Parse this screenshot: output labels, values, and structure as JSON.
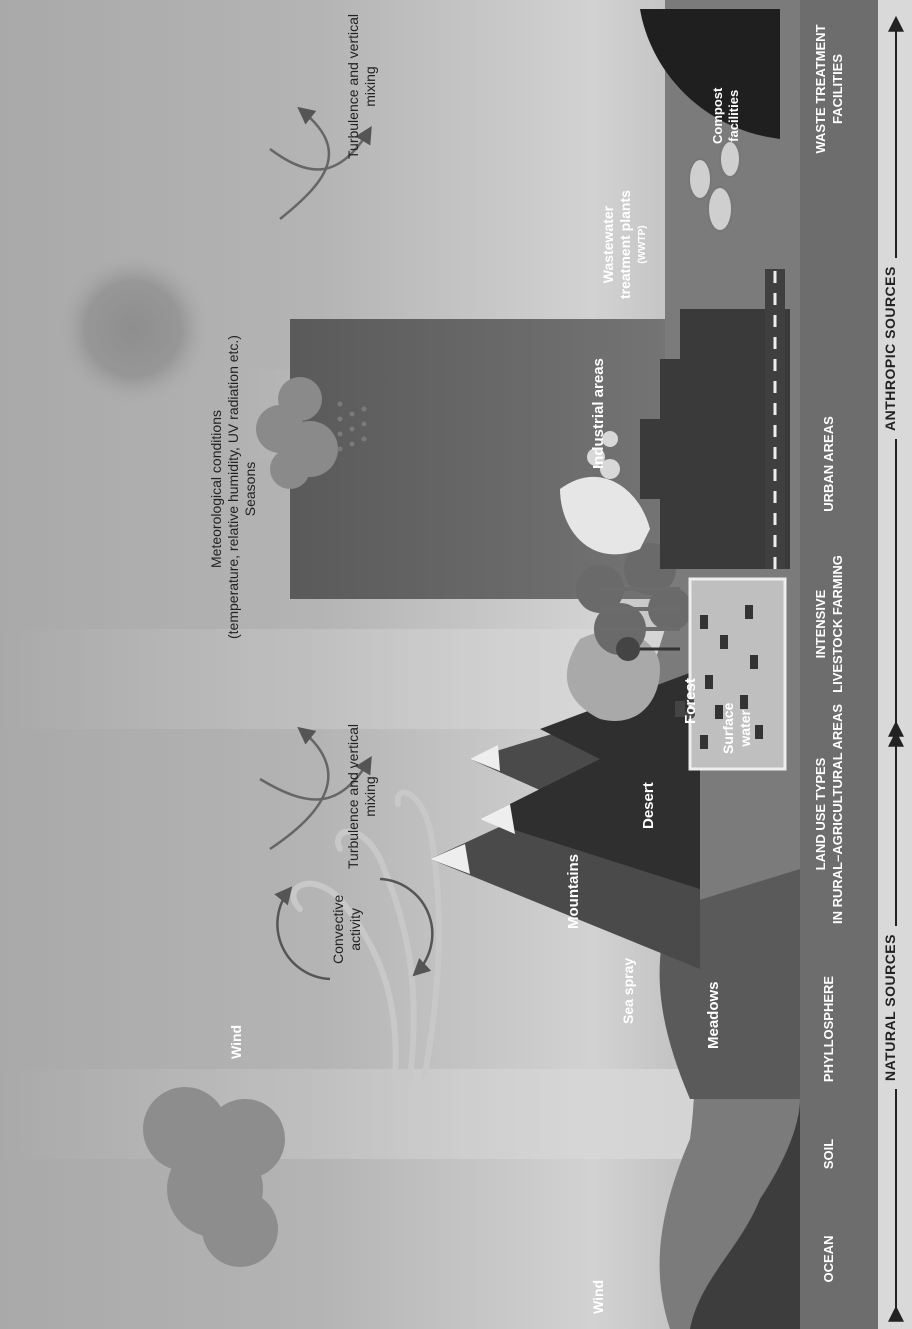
{
  "atmosphere": {
    "meteo_line1": "Meteorological conditions",
    "meteo_line2": "(temperature, relative humidity, UV radiation etc.)",
    "meteo_line3": "Seasons",
    "turbulence_left": "Turbulence and vertical\nmixing",
    "turbulence_right": "Turbulence and vertical\nmixing",
    "convective": "Convective\nactivity",
    "wind_upper": "Wind",
    "wind_lower": "Wind",
    "sea_spray": "Sea spray"
  },
  "landscape": {
    "meadows": "Meadows",
    "mountains": "Mountains",
    "desert": "Desert",
    "forest": "Forest",
    "surface_water": "Surface\nwater",
    "industrial": "Industrial areas",
    "wwtp": "Wastewater\ntreatment plants",
    "wwtp_abbr": "(WWTP)",
    "compost": "Compost\nfacilities"
  },
  "categories": [
    {
      "label": "OCEAN"
    },
    {
      "label": "SOIL"
    },
    {
      "label": "PHYLLOSPHERE"
    },
    {
      "label": "LAND USE TYPES\nIN RURAL–AGRICULTURAL AREAS"
    },
    {
      "label": "INTENSIVE\nLIVESTOCK FARMING"
    },
    {
      "label": "URBAN AREAS"
    },
    {
      "label": "WASTE TREATMENT\nFACILITIES"
    }
  ],
  "footer": {
    "natural": "NATURAL SOURCES",
    "anthropic": "ANTHROPIC SOURCES"
  },
  "colors": {
    "sky": "#b3b3b3",
    "ground_dark": "#5a5a5a",
    "label_bar": "#6d6d6d",
    "footer_bar": "#d9d9d9"
  }
}
